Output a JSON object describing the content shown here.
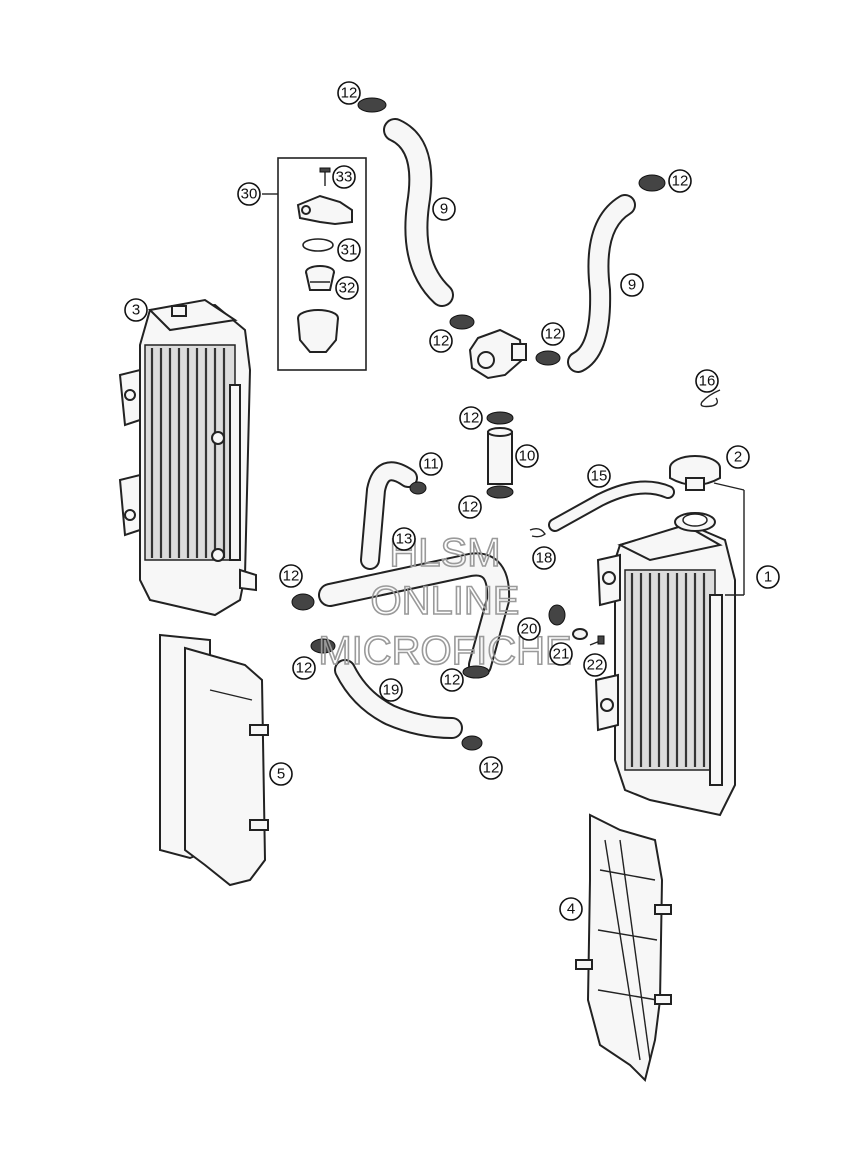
{
  "watermark": {
    "line1": "HLSM",
    "line2": "ONLINE",
    "line3": "MICROFICHE"
  },
  "callouts": [
    {
      "id": "c12a",
      "label": "12"
    },
    {
      "id": "c12b",
      "label": "12"
    },
    {
      "id": "c30",
      "label": "30"
    },
    {
      "id": "c33",
      "label": "33"
    },
    {
      "id": "c31",
      "label": "31"
    },
    {
      "id": "c32",
      "label": "32"
    },
    {
      "id": "c9a",
      "label": "9"
    },
    {
      "id": "c9b",
      "label": "9"
    },
    {
      "id": "c3",
      "label": "3"
    },
    {
      "id": "c12c",
      "label": "12"
    },
    {
      "id": "c12d",
      "label": "12"
    },
    {
      "id": "c16",
      "label": "16"
    },
    {
      "id": "c12e",
      "label": "12"
    },
    {
      "id": "c10",
      "label": "10"
    },
    {
      "id": "c2",
      "label": "2"
    },
    {
      "id": "c11",
      "label": "11"
    },
    {
      "id": "c15",
      "label": "15"
    },
    {
      "id": "c12f",
      "label": "12"
    },
    {
      "id": "c13",
      "label": "13"
    },
    {
      "id": "c18",
      "label": "18"
    },
    {
      "id": "c1",
      "label": "1"
    },
    {
      "id": "c12g",
      "label": "12"
    },
    {
      "id": "c20",
      "label": "20"
    },
    {
      "id": "c21",
      "label": "21"
    },
    {
      "id": "c22",
      "label": "22"
    },
    {
      "id": "c12h",
      "label": "12"
    },
    {
      "id": "c12i",
      "label": "12"
    },
    {
      "id": "c19",
      "label": "19"
    },
    {
      "id": "c5",
      "label": "5"
    },
    {
      "id": "c12j",
      "label": "12"
    },
    {
      "id": "c4",
      "label": "4"
    }
  ]
}
